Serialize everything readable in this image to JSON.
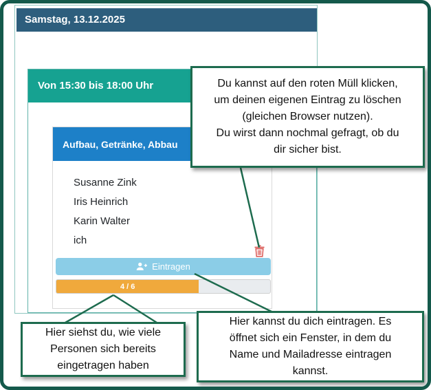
{
  "colors": {
    "frame_green": "#14594b",
    "callout_green": "#1d6b4e",
    "date_bar_blue": "#2d5e7d",
    "slot_teal": "#16a291",
    "task_blue": "#1d80c8",
    "signup_button_blue": "#8bcde7",
    "progress_orange": "#f0a93c",
    "trash_red": "#d9534f"
  },
  "app": {
    "date_header": "Samstag, 13.12.2025",
    "slot": {
      "time_header": "Von 15:30 bis 18:00 Uhr",
      "task": {
        "title": "Aufbau, Getränke, Abbau",
        "participants": [
          "Susanne Zink",
          "Iris Heinrich",
          "Karin Walter",
          "ich"
        ],
        "signup_button_label": "Eintragen",
        "progress": {
          "label": "4 / 6",
          "value": 4,
          "max": 6
        }
      }
    }
  },
  "annotations": {
    "trash_note": "Du kannst auf den roten Müll klicken,\num deinen eigenen Eintrag zu löschen\n(gleichen Browser nutzen).\nDu wirst dann nochmal gefragt, ob du\ndir sicher bist.",
    "progress_note": "Hier siehst du, wie viele\nPersonen sich bereits\neingetragen haben",
    "signup_note": "Hier kannst du dich eintragen. Es\nöffnet sich ein Fenster, in dem du\nName und Mailadresse eintragen\nkannst."
  }
}
